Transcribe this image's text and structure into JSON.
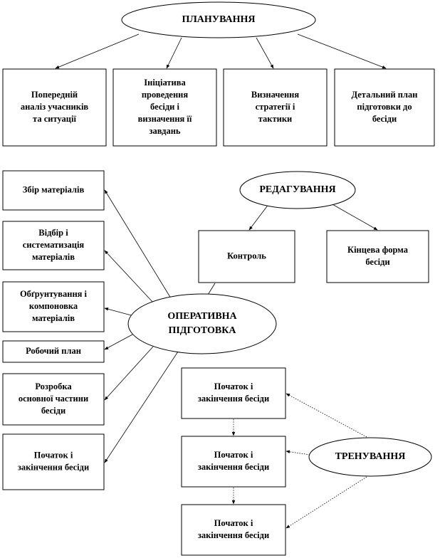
{
  "planning": {
    "label": "ПЛАНУВАННЯ",
    "boxes": [
      [
        "Попередній",
        "аналіз учасників",
        "та ситуації"
      ],
      [
        "Ініціатива",
        "проведення",
        "бесіди і",
        "визначення її",
        "завдань"
      ],
      [
        "Визначення",
        "стратегії і",
        "тактики"
      ],
      [
        "Детальний план",
        "підготовки до",
        "бесіди"
      ]
    ]
  },
  "editing": {
    "label": "РЕДАГУВАННЯ",
    "boxes": [
      [
        "Контроль"
      ],
      [
        "Кінцева форма",
        "бесіди"
      ]
    ]
  },
  "operative": {
    "label": [
      "ОПЕРАТИВНА",
      "ПІДГОТОВКА"
    ],
    "boxes": [
      [
        "Збір матеріалів"
      ],
      [
        "Відбір і",
        "систематизація",
        "матеріалів"
      ],
      [
        "Обґрунтування і",
        "компоновка",
        "матеріалів"
      ],
      [
        "Робочий план"
      ],
      [
        "Розробка",
        "основної частини",
        "бесіди"
      ],
      [
        "Початок і",
        "закінчення бесіди"
      ]
    ]
  },
  "training": {
    "label": "ТРЕНУВАННЯ",
    "boxes": [
      [
        "Початок і",
        "закінчення бесіди"
      ],
      [
        "Початок і",
        "закінчення бесіди"
      ],
      [
        "Початок і",
        "закінчення бесіди"
      ]
    ]
  }
}
